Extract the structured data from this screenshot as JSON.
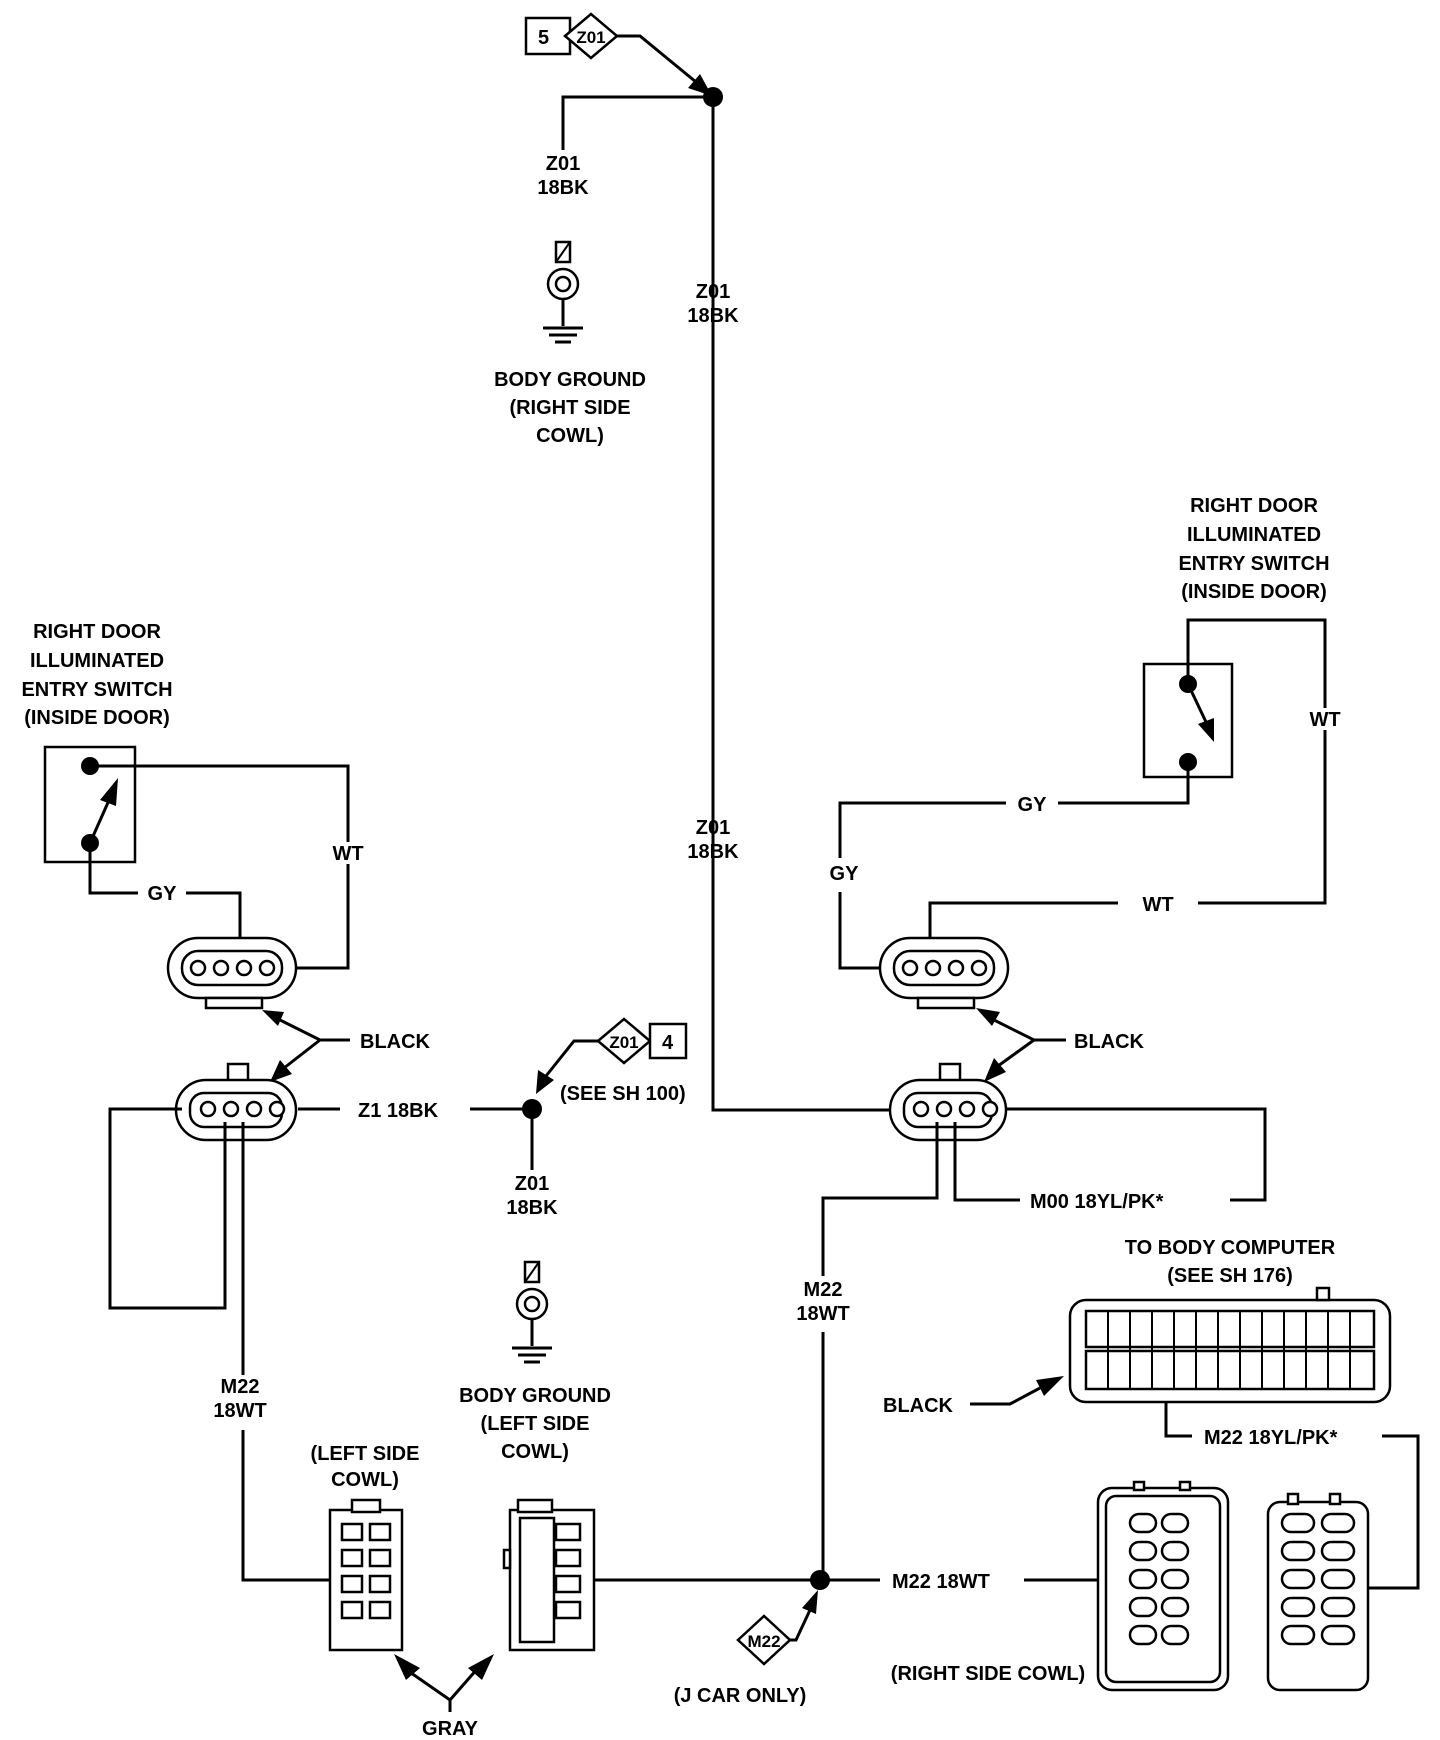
{
  "refs": {
    "top_num": "5",
    "top_code": "Z01",
    "mid_code": "Z01",
    "mid_num": "4",
    "bottom_code": "M22"
  },
  "wires": {
    "top_ground_z01": "Z01",
    "top_ground_gauge": "18BK",
    "trunk_z01_a": "Z01",
    "trunk_gauge_a": "18BK",
    "trunk_z01_b": "Z01",
    "trunk_gauge_b": "18BK",
    "left_gy": "GY",
    "left_wt": "WT",
    "z1_18bk": "Z1 18BK",
    "see_sh100": "(SEE SH 100)",
    "mid_ground_z01": "Z01",
    "mid_ground_gauge": "18BK",
    "left_m22": "M22",
    "left_m22_gauge": "18WT",
    "right_gy_top": "GY",
    "right_gy_side": "GY",
    "right_wt_side": "WT",
    "right_wt_bottom": "WT",
    "m00": "M00  18YL/PK*",
    "right_m22": "M22",
    "right_m22_gauge": "18WT",
    "m22_yl": "M22  18YL/PK*",
    "m22_wt_bottom": "M22 18WT"
  },
  "components": {
    "left_switch": [
      "RIGHT DOOR",
      "ILLUMINATED",
      "ENTRY SWITCH",
      "(INSIDE DOOR)"
    ],
    "right_switch": [
      "RIGHT DOOR",
      "ILLUMINATED",
      "ENTRY SWITCH",
      "(INSIDE DOOR)"
    ],
    "body_ground_right": [
      "BODY GROUND",
      "(RIGHT SIDE",
      "COWL)"
    ],
    "body_ground_left": [
      "BODY GROUND",
      "(LEFT SIDE",
      "COWL)"
    ],
    "left_side_cowl": [
      "(LEFT SIDE",
      "COWL)"
    ],
    "body_computer": [
      "TO BODY COMPUTER",
      "(SEE SH 176)"
    ],
    "right_side_cowl": "(RIGHT SIDE COWL)",
    "j_car_only": "(J CAR ONLY)"
  },
  "callouts": {
    "black_left": "BLACK",
    "black_right": "BLACK",
    "black_computer": "BLACK",
    "gray": "GRAY"
  }
}
